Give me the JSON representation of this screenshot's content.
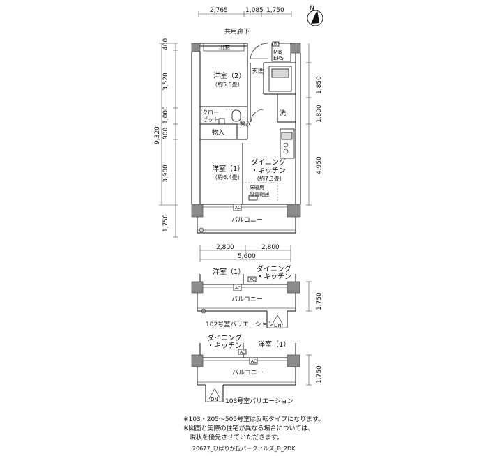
{
  "north_label": "N",
  "plan": {
    "corridor_label": "共用廊下",
    "window_label": "出窓",
    "mb_label": "MB",
    "eps_label": "EPS",
    "b_label": "B",
    "entrance_label": "玄関",
    "wash_label": "洗",
    "closet_label_1": "クロー",
    "closet_label_2": "ゼット",
    "storage_label": "物入",
    "storage_label_2": "物入",
    "room2_name": "洋室（2）",
    "room2_area": "（約5.5畳）",
    "room1_name": "洋室（1）",
    "room1_area": "（約6.4畳）",
    "dk_name_1": "ダイニング",
    "dk_name_2": "・キッチン",
    "dk_area": "（約7.3畳）",
    "floorheat_1": "床暖房",
    "floorheat_2": "設置範囲",
    "ac_label": "AC",
    "balcony_label": "バルコニー"
  },
  "dimensions": {
    "top": [
      "2,765",
      "1,085",
      "1,750"
    ],
    "left": [
      "400",
      "3,520",
      "1,000",
      "900",
      "3,900",
      "1,750"
    ],
    "left_total": "9,320",
    "right": [
      "1,850",
      "1,800",
      "4,950"
    ],
    "bottom_parts": [
      "2,800",
      "2,800"
    ],
    "bottom_total": "5,600"
  },
  "variation_102": {
    "room_left": "洋室（1）",
    "room_right_1": "ダイニング",
    "room_right_2": "・キッチン",
    "ac_label": "AC",
    "ac_label_2": "AC",
    "balcony_label": "バルコニー",
    "dim": "1,750",
    "dn_label": "DN",
    "caption": "102号室バリエーション"
  },
  "variation_103": {
    "room_left_1": "ダイニング",
    "room_left_2": "・キッチン",
    "room_right": "洋室（1）",
    "ac_label": "AC",
    "ac_label_2": "AC",
    "balcony_label": "バルコニー",
    "dim": "1,750",
    "dn_label": "DN",
    "caption": "103号室バリエーション"
  },
  "notes": [
    "※103・205～505号室は反転タイプになります。",
    "※図面と実際の住宅が異なる場合については、",
    "　現状を優先させていただきます。"
  ],
  "footer": "20677_ひばりが丘パークヒルズ_B_2DK"
}
